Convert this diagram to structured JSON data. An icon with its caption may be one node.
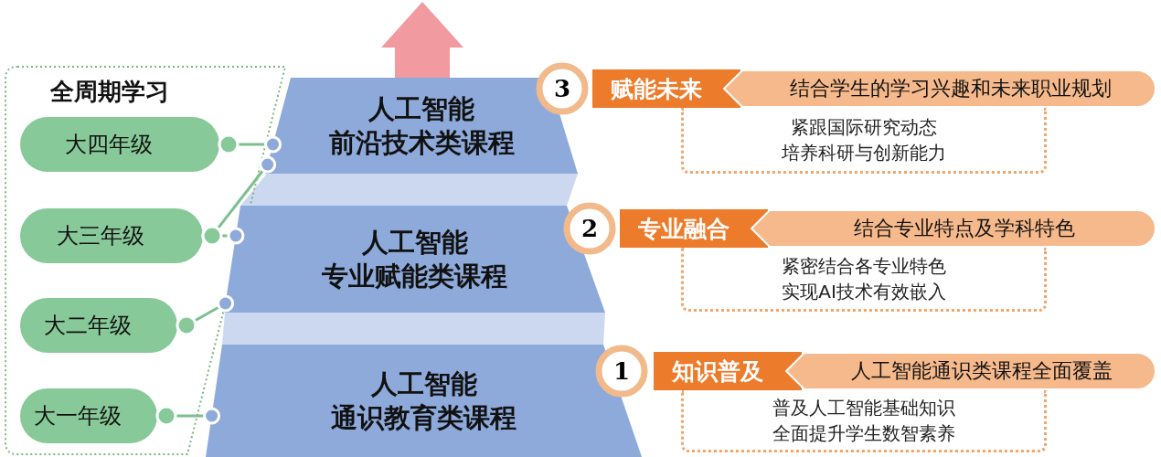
{
  "diagram": {
    "nodes": [
      {
        "text": [
          "全周期学习"
        ]
      },
      {
        "text": [
          "大四年级"
        ],
        "in": 0
      },
      {
        "text": [
          "大三年级"
        ],
        "in": 0
      },
      {
        "text": [
          "大二年级"
        ],
        "in": 0
      },
      {
        "text": [
          "大一年级"
        ],
        "in": 0
      },
      {
        "text": [
          "人工智能",
          "前沿技术类课程"
        ]
      },
      {
        "text": [
          "人工智能",
          "专业赋能类课程"
        ]
      },
      {
        "text": [
          "人工智能",
          "通识教育类课程"
        ]
      },
      {
        "text": [
          "3"
        ]
      },
      {
        "text": [
          "赋能未来"
        ]
      },
      {
        "text": [
          "结合学生的学习兴趣和未来职业规划"
        ]
      },
      {
        "text": [
          "紧跟国际研究动态",
          "培养科研与创新能力"
        ]
      },
      {
        "text": [
          "2"
        ]
      },
      {
        "text": [
          "专业融合"
        ]
      },
      {
        "text": [
          "结合专业特点及学科特色"
        ]
      },
      {
        "text": [
          "紧密结合各专业特色",
          "实现AI技术有效嵌入"
        ]
      },
      {
        "text": [
          "1"
        ]
      },
      {
        "text": [
          "知识普及"
        ]
      },
      {
        "text": [
          "人工智能通识类课程全面覆盖"
        ]
      },
      {
        "text": [
          "普及人工智能基础知识",
          "全面提升学生数智素养"
        ]
      }
    ],
    "edges": [
      {
        "from": 1,
        "to": 5,
        "arrow": "none"
      },
      {
        "from": 2,
        "to": 5,
        "arrow": "none"
      },
      {
        "from": 2,
        "to": 6,
        "arrow": "none"
      },
      {
        "from": 3,
        "to": 6,
        "arrow": "none"
      },
      {
        "from": 4,
        "to": 7,
        "arrow": "none"
      }
    ]
  }
}
